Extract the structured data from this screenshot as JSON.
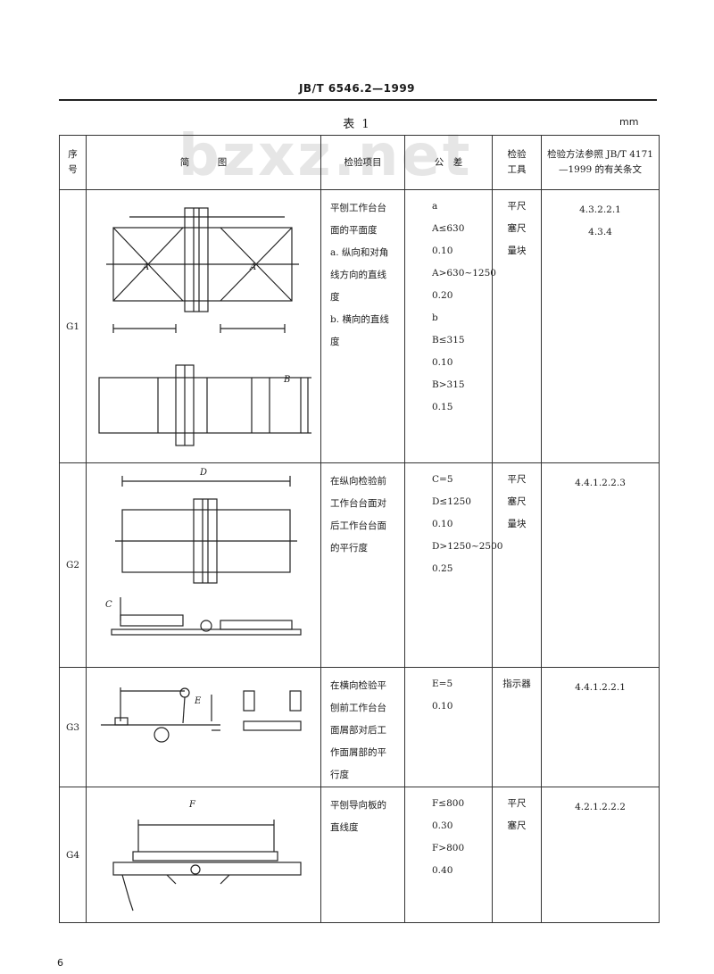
{
  "header": {
    "standard_number": "JB/T 6546.2—1999"
  },
  "watermark": "bzxz.net",
  "table": {
    "title": "表 1",
    "unit": "mm",
    "columns": {
      "no": "序号",
      "diagram": "简　　　图",
      "item": "检验项目",
      "tolerance": "公　差",
      "tool": "检验工具",
      "reference": "检验方法参照 JB/T 4171—1999 的有关条文"
    },
    "rows": [
      {
        "no": "G1",
        "item": "平刨工作台台面的平面度\na. 纵向和对角线方向的直线度\nb. 横向的直线度",
        "tolerance": [
          "a",
          "A≤630",
          "0.10",
          "A>630~1250",
          "0.20",
          "b",
          "B≤315",
          "0.10",
          "B>315",
          "0.15"
        ],
        "tool": "平尺\n塞尺\n量块",
        "reference": [
          "4.3.2.2.1",
          "4.3.4"
        ],
        "diagram_labels": [
          "A",
          "A",
          "B"
        ]
      },
      {
        "no": "G2",
        "item": "在纵向检验前工作台台面对后工作台台面的平行度",
        "tolerance": [
          "C=5",
          "D≤1250",
          "0.10",
          "D>1250~2500",
          "0.25"
        ],
        "tool": "平尺\n塞尺\n量块",
        "reference": [
          "4.4.1.2.2.3"
        ],
        "diagram_labels": [
          "D",
          "C"
        ]
      },
      {
        "no": "G3",
        "item": "在横向检验平刨前工作台台面屑部对后工作面屑部的平行度",
        "tolerance": [
          "E=5",
          "0.10"
        ],
        "tool": "指示器",
        "reference": [
          "4.4.1.2.2.1"
        ],
        "diagram_labels": [
          "E"
        ]
      },
      {
        "no": "G4",
        "item": "平刨导向板的直线度",
        "tolerance": [
          "F≤800",
          "0.30",
          "F>800",
          "0.40"
        ],
        "tool": "平尺\n塞尺",
        "reference": [
          "4.2.1.2.2.2"
        ],
        "diagram_labels": [
          "F"
        ]
      }
    ]
  },
  "page_number": "6"
}
